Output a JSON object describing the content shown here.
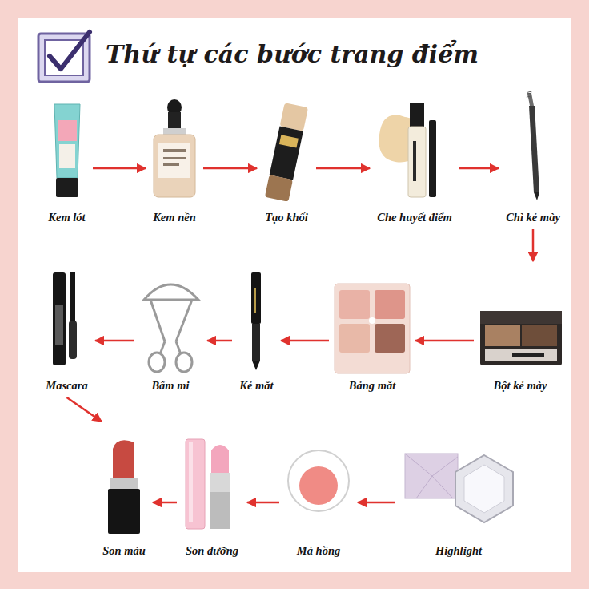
{
  "diagram": {
    "title": "Thứ tự các bước trang điểm",
    "nodes": [
      {
        "text": [
          "Kem lót"
        ]
      },
      {
        "text": [
          "Kem nền"
        ]
      },
      {
        "text": [
          "Tạo khối"
        ]
      },
      {
        "text": [
          "Che huyết điểm"
        ]
      },
      {
        "text": [
          "Chì kẻ mày"
        ]
      },
      {
        "text": [
          "Bột kẻ mày"
        ]
      },
      {
        "text": [
          "Bảng mắt"
        ]
      },
      {
        "text": [
          "Kẻ mắt"
        ]
      },
      {
        "text": [
          "Bấm mi"
        ]
      },
      {
        "text": [
          "Mascara"
        ]
      },
      {
        "text": [
          "Highlight"
        ]
      },
      {
        "text": [
          "Má hồng"
        ]
      },
      {
        "text": [
          "Son dưỡng"
        ]
      },
      {
        "text": [
          "Son màu"
        ]
      }
    ],
    "edges": [
      {
        "from": 0,
        "to": 1,
        "arrow": "to"
      },
      {
        "from": 1,
        "to": 2,
        "arrow": "to"
      },
      {
        "from": 2,
        "to": 3,
        "arrow": "to"
      },
      {
        "from": 3,
        "to": 4,
        "arrow": "to"
      },
      {
        "from": 4,
        "to": 5,
        "arrow": "to"
      },
      {
        "from": 5,
        "to": 6,
        "arrow": "to"
      },
      {
        "from": 6,
        "to": 7,
        "arrow": "to"
      },
      {
        "from": 7,
        "to": 8,
        "arrow": "to"
      },
      {
        "from": 8,
        "to": 9,
        "arrow": "to"
      },
      {
        "from": 9,
        "to": 13,
        "arrow": "to"
      },
      {
        "from": 10,
        "to": 11,
        "arrow": "to"
      },
      {
        "from": 11,
        "to": 12,
        "arrow": "to"
      },
      {
        "from": 12,
        "to": 13,
        "arrow": "to"
      }
    ]
  }
}
